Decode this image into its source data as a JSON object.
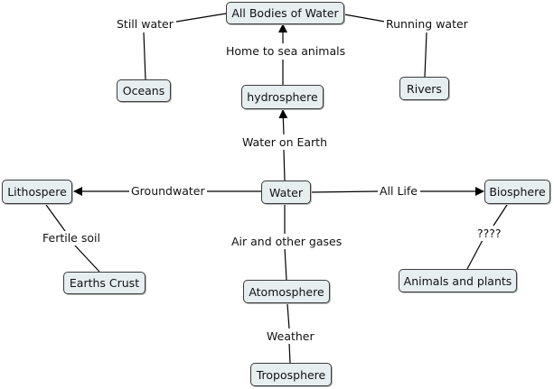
{
  "nodes": {
    "all_bodies": "All Bodies of Water",
    "oceans": "Oceans",
    "rivers": "Rivers",
    "hydrosphere": "hydrosphere",
    "water": "Water",
    "lithosphere": "Lithospere",
    "biosphere": "Biosphere",
    "earths_crust": "Earths Crust",
    "animals_plants": "Animals and plants",
    "atmosphere": "Atomosphere",
    "troposphere": "Troposphere"
  },
  "links": {
    "still_water": "Still water",
    "running_water": "Running water",
    "home_sea": "Home to sea animals",
    "water_on_earth": "Water on Earth",
    "groundwater": "Groundwater",
    "all_life": "All Life",
    "fertile_soil": "Fertile soil",
    "question": "????",
    "air_gases": "Air and other gases",
    "weather": "Weather"
  }
}
